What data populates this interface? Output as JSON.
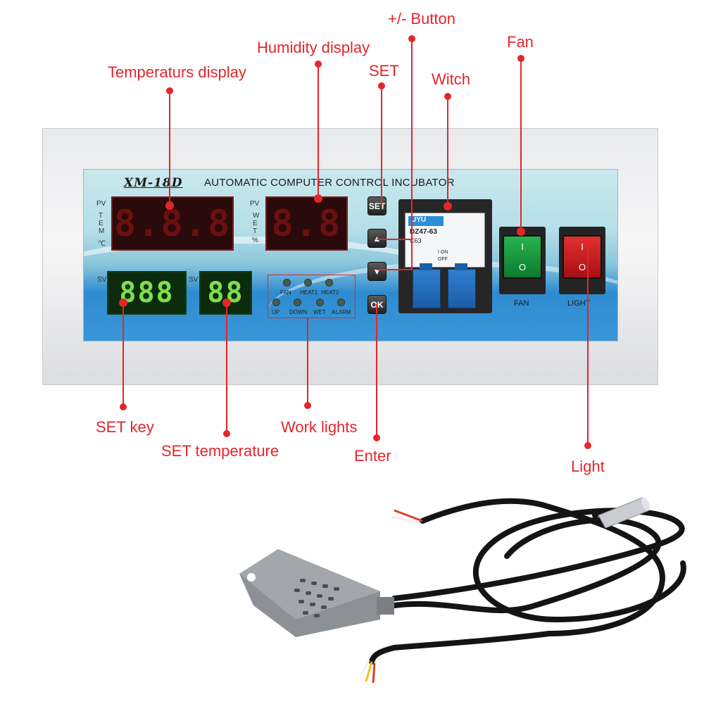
{
  "panel": {
    "model": "XM-18D",
    "title": "AUTOMATIC COMPUTER CONTROL INCUBATOR",
    "pv_label": "PV",
    "sv_label": "SV",
    "temp_side": [
      "T",
      "E",
      "M",
      "℃"
    ],
    "wet_side": [
      "W",
      "E",
      "T",
      "%"
    ],
    "temp_display": "8.8.8",
    "humidity_display": "8.8",
    "set_temp_display": "888",
    "set_hum_display": "88",
    "buttons": {
      "set": "SET",
      "ok": "OK",
      "up": "▲",
      "down": "▼"
    },
    "leds_top": [
      "FAN",
      "HEAT1",
      "HEAT2"
    ],
    "leds_bottom": [
      "UP",
      "DOWN",
      "WET",
      "ALARM"
    ],
    "breaker": {
      "brand": "UYU",
      "model": "DZ47-63",
      "rating": "C63",
      "on": "I ON",
      "off": "OFF"
    },
    "switches": [
      {
        "label": "FAN",
        "on": "I",
        "off": "O",
        "color": "#18a04a"
      },
      {
        "label": "LIGHT",
        "on": "I",
        "off": "O",
        "color": "#d42025"
      }
    ]
  },
  "callouts": {
    "plus_minus_button": "+/- Button",
    "fan": "Fan",
    "humidity_display": "Humidity display",
    "set": "SET",
    "witch": "Witch",
    "temperature_display": "Temperaturs display",
    "set_key": "SET key",
    "set_temperature": "SET temperature",
    "work_lights": "Work lights",
    "enter": "Enter",
    "light": "Light"
  },
  "colors": {
    "callout": "#e3262b",
    "panel_blue": "#2d8bd0"
  }
}
